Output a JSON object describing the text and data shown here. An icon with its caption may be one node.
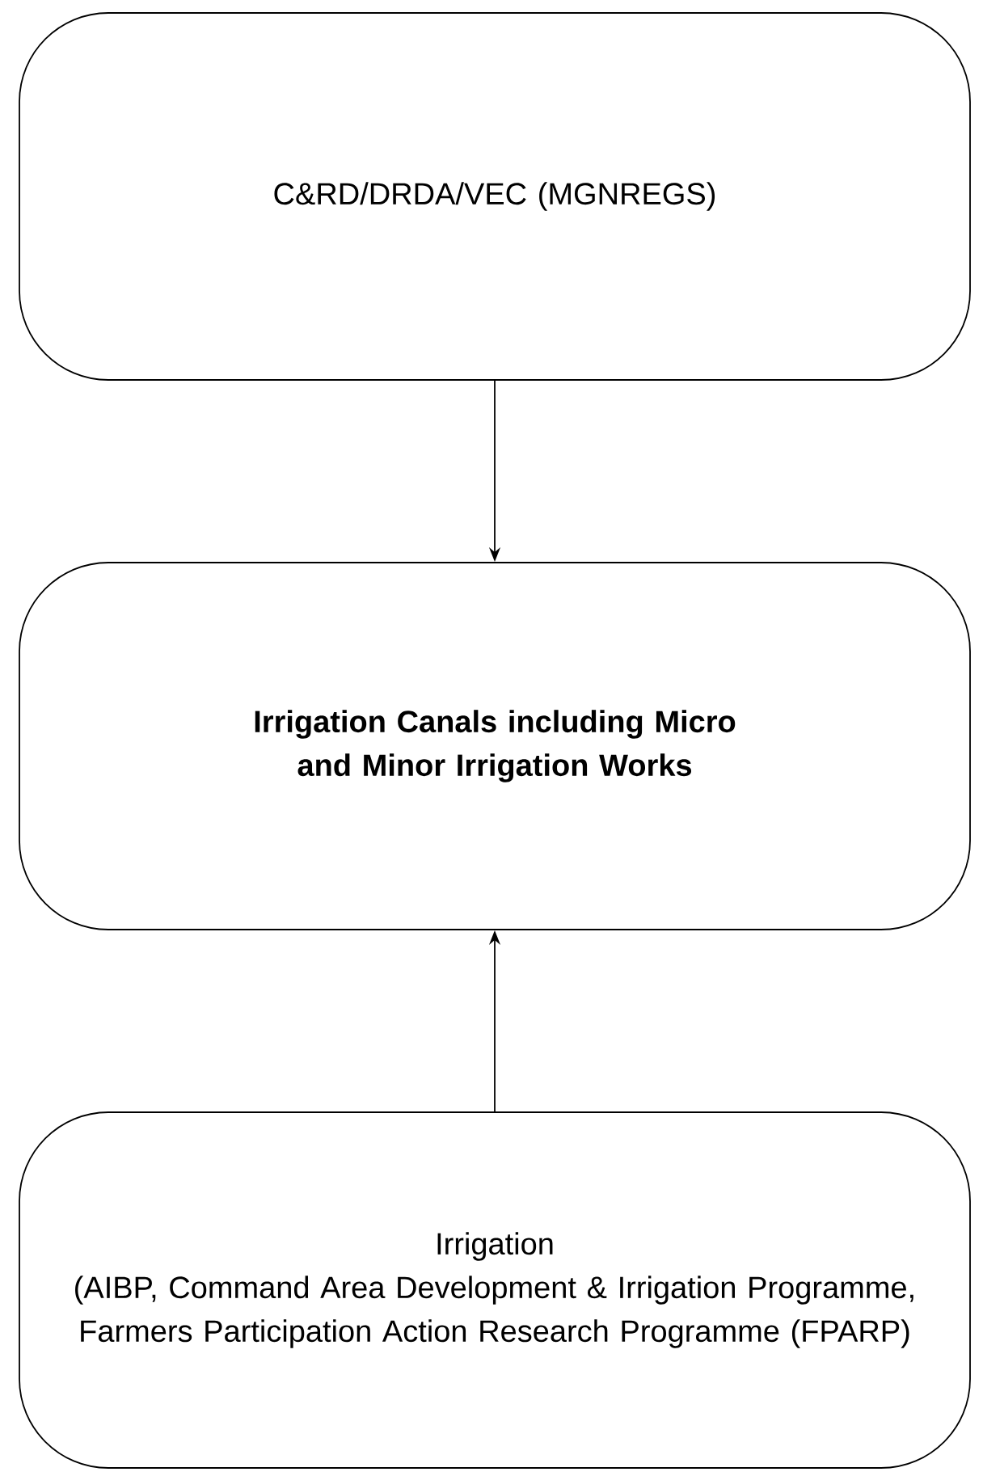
{
  "diagram": {
    "nodes": [
      {
        "text": [
          "C&RD/DRDA/VEC (MGNREGS)"
        ]
      },
      {
        "text": [
          "Irrigation Canals including Micro and Minor Irrigation Works"
        ]
      },
      {
        "text": [
          "Irrigation",
          "(AIBP, Command Area Development & Irrigation Programme, Farmers Participation Action Research Programme (FPARP)"
        ]
      }
    ],
    "edges": [
      {
        "from": 0,
        "to": 1,
        "arrow": "to"
      },
      {
        "from": 2,
        "to": 1,
        "arrow": "to"
      }
    ]
  }
}
